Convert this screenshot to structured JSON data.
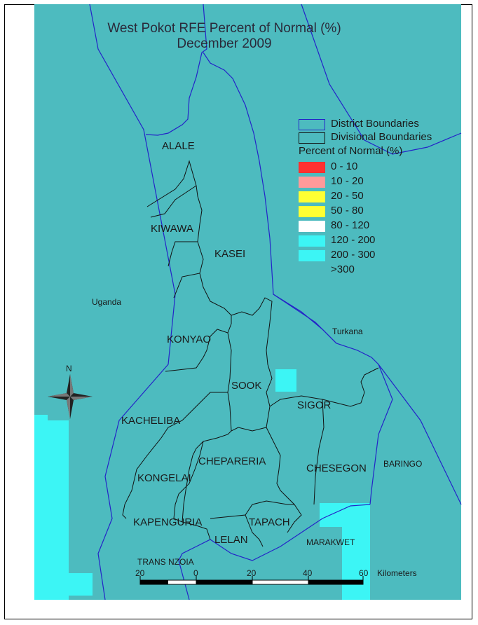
{
  "map": {
    "title_line1": "West Pokot RFE Percent of Normal (%)",
    "title_line2": "December 2009",
    "background_color": "#4dbbbf",
    "highlight_color": "#3cf5f5",
    "divisions": [
      "ALALE",
      "KIWAWA",
      "KASEI",
      "KONYAO",
      "SOOK",
      "SIGOR",
      "KACHELIBA",
      "CHEPARERIA",
      "KONGELAI",
      "CHESEGON",
      "KAPENGURIA",
      "TAPACH",
      "LELAN"
    ],
    "neighbors": [
      "Uganda",
      "Turkana",
      "BARINGO",
      "MARAKWET",
      "TRANS NZOIA"
    ],
    "north_label": "N"
  },
  "legend": {
    "district_boundaries": "District Boundaries",
    "divisional_boundaries": "Divisional Boundaries",
    "heading": "Percent of Normal (%)",
    "classes": [
      {
        "label": "0 - 10",
        "color": "#ff3030"
      },
      {
        "label": "10 - 20",
        "color": "#ff9a9a"
      },
      {
        "label": "20 - 50",
        "color": "#ffff33"
      },
      {
        "label": "50 - 80",
        "color": "#ffff33"
      },
      {
        "label": "80 - 120",
        "color": "#ffffff"
      },
      {
        "label": "120 - 200",
        "color": "#3cf5f5"
      },
      {
        "label": "200 - 300",
        "color": "#3cf5f5"
      },
      {
        "label": ">300",
        "color": ""
      }
    ]
  },
  "scale_bar": {
    "ticks": [
      "20",
      "0",
      "20",
      "40",
      "60"
    ],
    "unit": "Kilometers"
  }
}
